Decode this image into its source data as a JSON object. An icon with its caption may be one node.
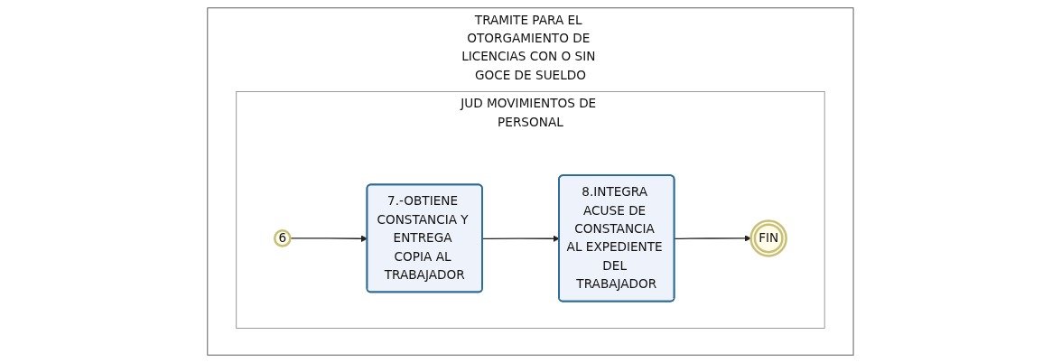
{
  "diagram": {
    "nodes": [
      {
        "text": [
          "TRAMITE PARA EL OTORGAMIENTO DE LICENCIAS CON O SIN GOCE DE SUELDO"
        ]
      },
      {
        "text": [
          "JUD MOVIMIENTOS DE PERSONAL"
        ],
        "in": 0
      },
      {
        "text": [
          "6"
        ],
        "in": 1
      },
      {
        "text": [
          "7.-OBTIENE CONSTANCIA Y ENTREGA COPIA AL TRABAJADOR"
        ],
        "in": 1
      },
      {
        "text": [
          "8.INTEGRA ACUSE DE CONSTANCIA AL EXPEDIENTE DEL TRABAJADOR"
        ],
        "in": 1
      },
      {
        "text": [
          "FIN"
        ],
        "in": 1
      }
    ],
    "edges": [
      {
        "from": 2,
        "to": 3,
        "arrow": "to"
      },
      {
        "from": 3,
        "to": 4,
        "arrow": "to"
      },
      {
        "from": 4,
        "to": 5,
        "arrow": "to"
      }
    ]
  }
}
